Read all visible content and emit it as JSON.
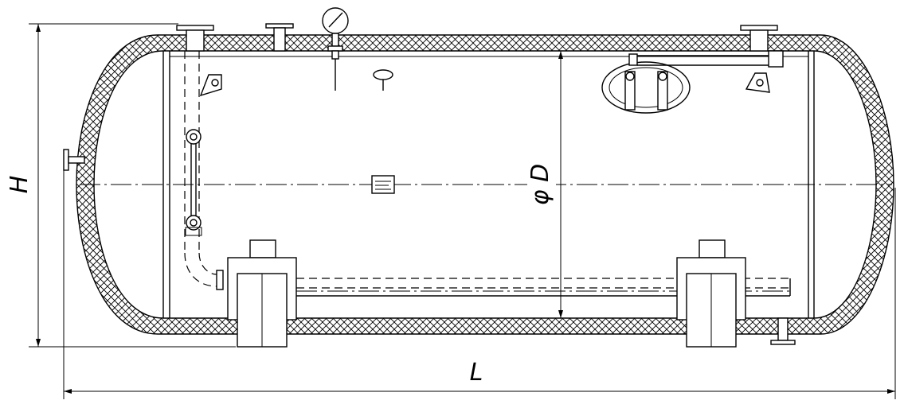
{
  "dimensions": {
    "height_label": "H",
    "length_label": "L",
    "diameter_label": "φ D"
  },
  "colors": {
    "line": "#000000",
    "background": "#ffffff"
  }
}
